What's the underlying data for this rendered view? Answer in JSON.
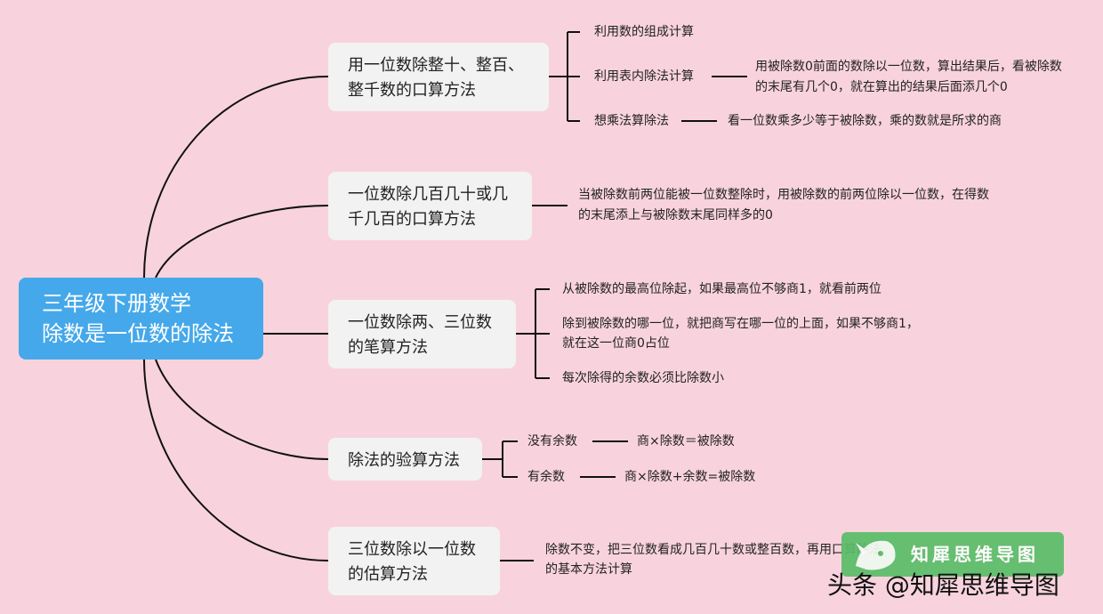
{
  "root": {
    "line1": "三年级下册数学",
    "line2": "除数是一位数的除法"
  },
  "branches": [
    {
      "line1": "用一位数除整十、整百、",
      "line2": "整千数的口算方法",
      "leaves": [
        {
          "text": "利用数的组成计算"
        },
        {
          "text": "利用表内除法计算",
          "detail1": "用被除数0前面的数除以一位数，算出结果后，看被除数",
          "detail2": "的末尾有几个0，就在算出的结果后面添几个0"
        },
        {
          "text": "想乘法算除法",
          "detail1": "看一位数乘多少等于被除数，乘的数就是所求的商"
        }
      ]
    },
    {
      "line1": "一位数除几百几十或几",
      "line2": "千几百的口算方法",
      "leaves": [
        {
          "text": "当被除数前两位能被一位数整除时，用被除数的前两位除以一位数，在得数",
          "text2": "的末尾添上与被除数末尾同样多的0"
        }
      ]
    },
    {
      "line1": "一位数除两、三位数",
      "line2": "的笔算方法",
      "leaves": [
        {
          "text": "从被除数的最高位除起，如果最高位不够商1，就看前两位"
        },
        {
          "text": "除到被除数的哪一位，就把商写在哪一位的上面，如果不够商1，",
          "text2": "就在这一位商0占位"
        },
        {
          "text": "每次除得的余数必须比除数小"
        }
      ]
    },
    {
      "line1": "除法的验算方法",
      "leaves": [
        {
          "text": "没有余数",
          "detail1": "商×除数＝被除数"
        },
        {
          "text": "有余数",
          "detail1": "商×除数+余数=被除数"
        }
      ]
    },
    {
      "line1": "三位数除以一位数",
      "line2": "的估算方法",
      "leaves": [
        {
          "text": "除数不变，把三位数看成几百几十数或整百数，再用口算除法",
          "text2": "的基本方法计算"
        }
      ]
    }
  ],
  "watermark": {
    "title": "知犀思维导图",
    "sign": "头条 @知犀思维导图"
  },
  "colors": {
    "background": "#f8d3dd",
    "root": "#45a8ea",
    "node": "#f2f2f2",
    "line": "#111111",
    "watermark": "#5bbd69"
  }
}
